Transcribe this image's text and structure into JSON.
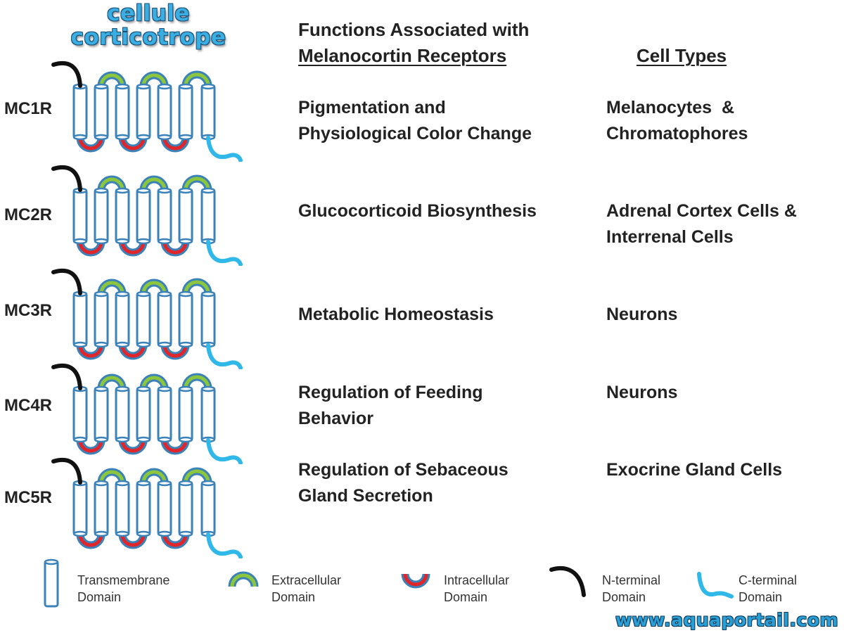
{
  "watermark": {
    "title_line1": "cellule",
    "title_line2": "corticotrope",
    "site": "www.aquaportail.com"
  },
  "headers": {
    "functions_line1": "Functions Associated with",
    "functions_line2": "Melanocortin Receptors",
    "cell_types": "Cell Types"
  },
  "rows": [
    {
      "receptor": "MC1R",
      "function": [
        "Pigmentation and",
        "Physiological Color Change"
      ],
      "cells": [
        "Melanocytes  &",
        "Chromatophores"
      ]
    },
    {
      "receptor": "MC2R",
      "function": [
        "Glucocorticoid Biosynthesis"
      ],
      "cells": [
        "Adrenal Cortex Cells &",
        "Interrenal Cells"
      ]
    },
    {
      "receptor": "MC3R",
      "function": [
        "Metabolic Homeostasis"
      ],
      "cells": [
        "Neurons"
      ]
    },
    {
      "receptor": "MC4R",
      "function": [
        "Regulation of Feeding",
        "Behavior"
      ],
      "cells": [
        "Neurons"
      ]
    },
    {
      "receptor": "MC5R",
      "function": [
        "Regulation of Sebaceous",
        "Gland Secretion"
      ],
      "cells": [
        "Exocrine Gland Cells"
      ]
    }
  ],
  "legend": [
    {
      "line1": "Transmembrane",
      "line2": "Domain",
      "icon": "transmembrane-icon"
    },
    {
      "line1": "Extracellular",
      "line2": "Domain",
      "icon": "extracellular-icon"
    },
    {
      "line1": "Intracellular",
      "line2": "Domain",
      "icon": "intracellular-icon"
    },
    {
      "line1": "N-terminal",
      "line2": "Domain",
      "icon": "n-terminal-icon"
    },
    {
      "line1": "C-terminal",
      "line2": "Domain",
      "icon": "c-terminal-icon"
    }
  ],
  "colors": {
    "transmembrane": "#3b82b8",
    "extracellular_outer": "#3b82b8",
    "extracellular_inner": "#8cc63f",
    "intracellular_outer": "#3b82b8",
    "intracellular_inner": "#e0262b",
    "n_terminal": "#111111",
    "c_terminal": "#2fb8e8",
    "watermark": "#3aaee0"
  }
}
